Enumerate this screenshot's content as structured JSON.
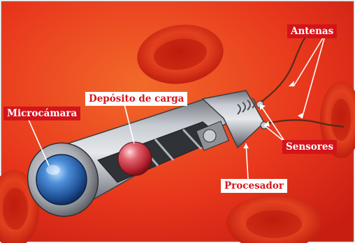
{
  "labels": {
    "camera": "Microcámara",
    "payload": "Depósito de carga",
    "antennas": "Antenas",
    "sensors": "Sensores",
    "processor": "Procesador"
  },
  "colors": {
    "background": "#e8361c",
    "blood_cell": "#d92a18",
    "label_red": "#d3141a",
    "label_white": "#ffffff",
    "lens_blue": "#2c6bb8",
    "payload_sphere": "#d8323e",
    "metal": "#9a9ea4"
  }
}
